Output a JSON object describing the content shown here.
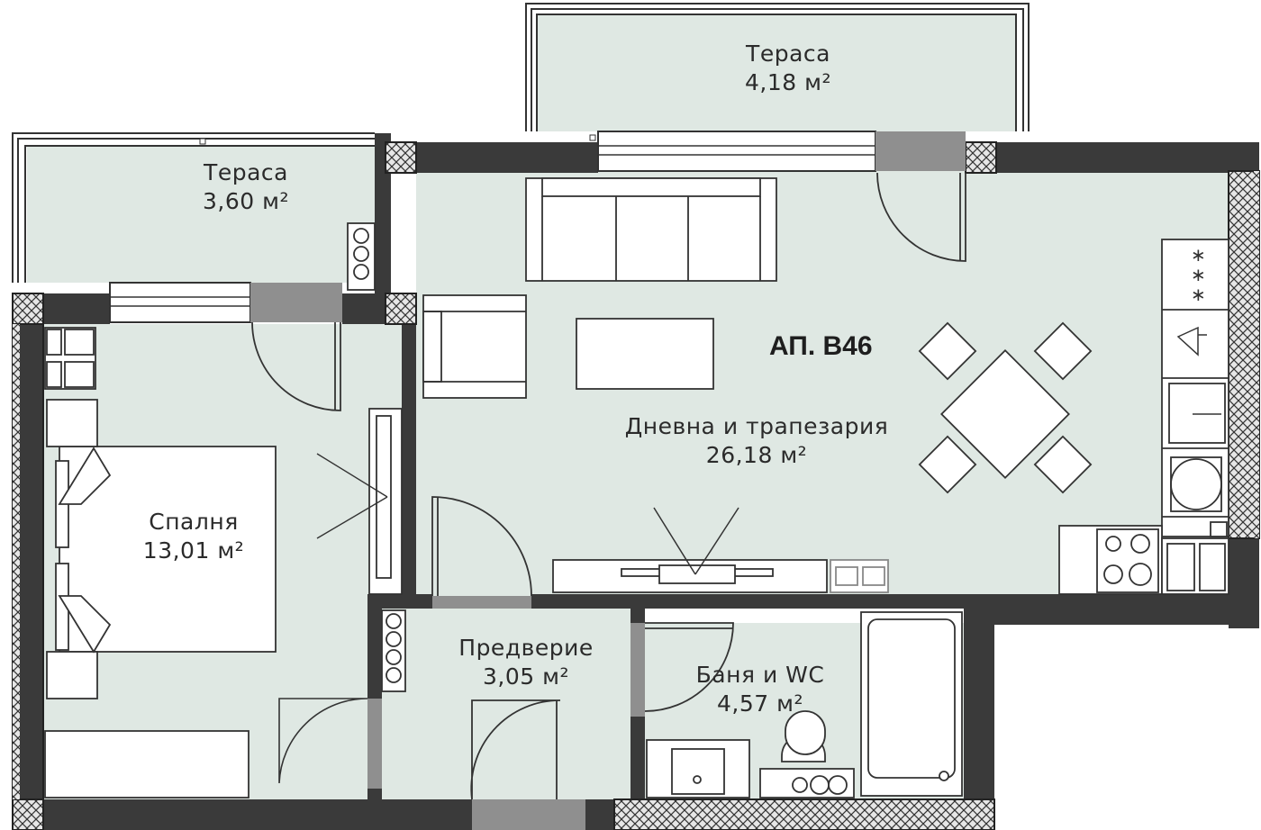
{
  "apartment": {
    "label": "АП. В46"
  },
  "rooms": {
    "terrace_top": {
      "name": "Тераса",
      "area": "4,18 м²"
    },
    "terrace_left": {
      "name": "Тераса",
      "area": "3,60 м²"
    },
    "living": {
      "name": "Дневна и трапезария",
      "area": "26,18 м²"
    },
    "bedroom": {
      "name": "Спалня",
      "area": "13,01 м²"
    },
    "hall": {
      "name": "Предверие",
      "area": "3,05 м²"
    },
    "bath": {
      "name": "Баня и WC",
      "area": "4,57 м²"
    }
  },
  "colors": {
    "floor": "#dfe8e3",
    "wall": "#3a3a3a",
    "wall_hatch": "#d8d8d8",
    "opening": "#8f8f8f",
    "line": "#2b2b2b",
    "furniture": "#ffffff"
  }
}
